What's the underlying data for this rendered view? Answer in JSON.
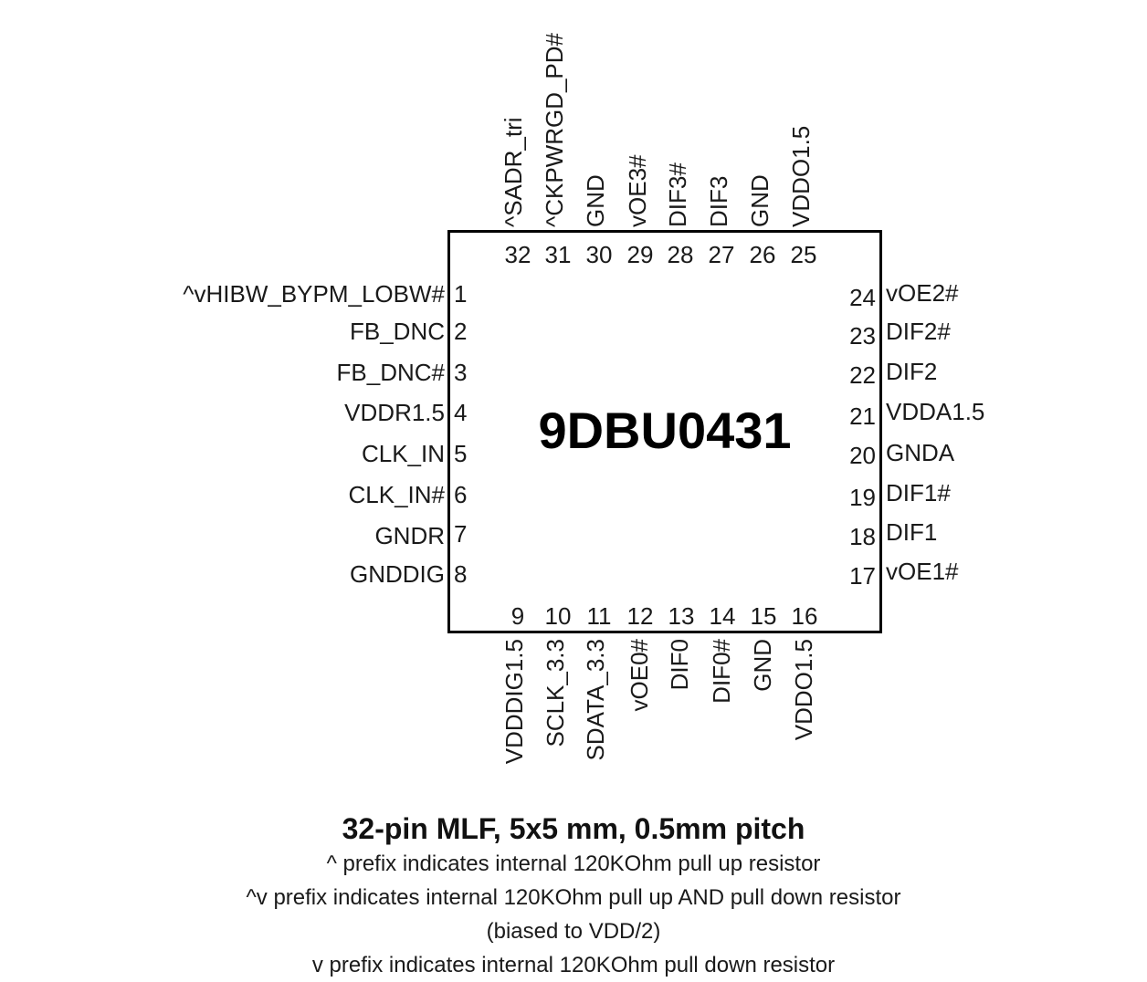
{
  "part_number": "9DBU0431",
  "package": {
    "title": "32-pin MLF, 5x5 mm, 0.5mm pitch",
    "notes": [
      "^ prefix indicates internal 120KOhm pull up resistor",
      "^v prefix indicates internal 120KOhm pull up AND pull down resistor",
      "(biased to VDD/2)",
      "v prefix indicates internal 120KOhm pull down resistor"
    ]
  },
  "pins": {
    "left": [
      {
        "num": "1",
        "name": "^vHIBW_BYPM_LOBW#"
      },
      {
        "num": "2",
        "name": "FB_DNC"
      },
      {
        "num": "3",
        "name": "FB_DNC#"
      },
      {
        "num": "4",
        "name": "VDDR1.5"
      },
      {
        "num": "5",
        "name": "CLK_IN"
      },
      {
        "num": "6",
        "name": "CLK_IN#"
      },
      {
        "num": "7",
        "name": "GNDR"
      },
      {
        "num": "8",
        "name": "GNDDIG"
      }
    ],
    "bottom": [
      {
        "num": "9",
        "name": "VDDDIG1.5"
      },
      {
        "num": "10",
        "name": "SCLK_3.3"
      },
      {
        "num": "11",
        "name": "SDATA_3.3"
      },
      {
        "num": "12",
        "name": "vOE0#"
      },
      {
        "num": "13",
        "name": "DIF0"
      },
      {
        "num": "14",
        "name": "DIF0#"
      },
      {
        "num": "15",
        "name": "GND"
      },
      {
        "num": "16",
        "name": "VDDO1.5"
      }
    ],
    "right": [
      {
        "num": "17",
        "name": "vOE1#"
      },
      {
        "num": "18",
        "name": "DIF1"
      },
      {
        "num": "19",
        "name": "DIF1#"
      },
      {
        "num": "20",
        "name": "GNDA"
      },
      {
        "num": "21",
        "name": "VDDA1.5"
      },
      {
        "num": "22",
        "name": "DIF2"
      },
      {
        "num": "23",
        "name": "DIF2#"
      },
      {
        "num": "24",
        "name": "vOE2#"
      }
    ],
    "top": [
      {
        "num": "25",
        "name": "VDDO1.5"
      },
      {
        "num": "26",
        "name": "GND"
      },
      {
        "num": "27",
        "name": "DIF3"
      },
      {
        "num": "28",
        "name": "DIF3#"
      },
      {
        "num": "29",
        "name": "vOE3#"
      },
      {
        "num": "30",
        "name": "GND"
      },
      {
        "num": "31",
        "name": "^CKPWRGD_PD#"
      },
      {
        "num": "32",
        "name": "^SADR_tri"
      }
    ]
  }
}
